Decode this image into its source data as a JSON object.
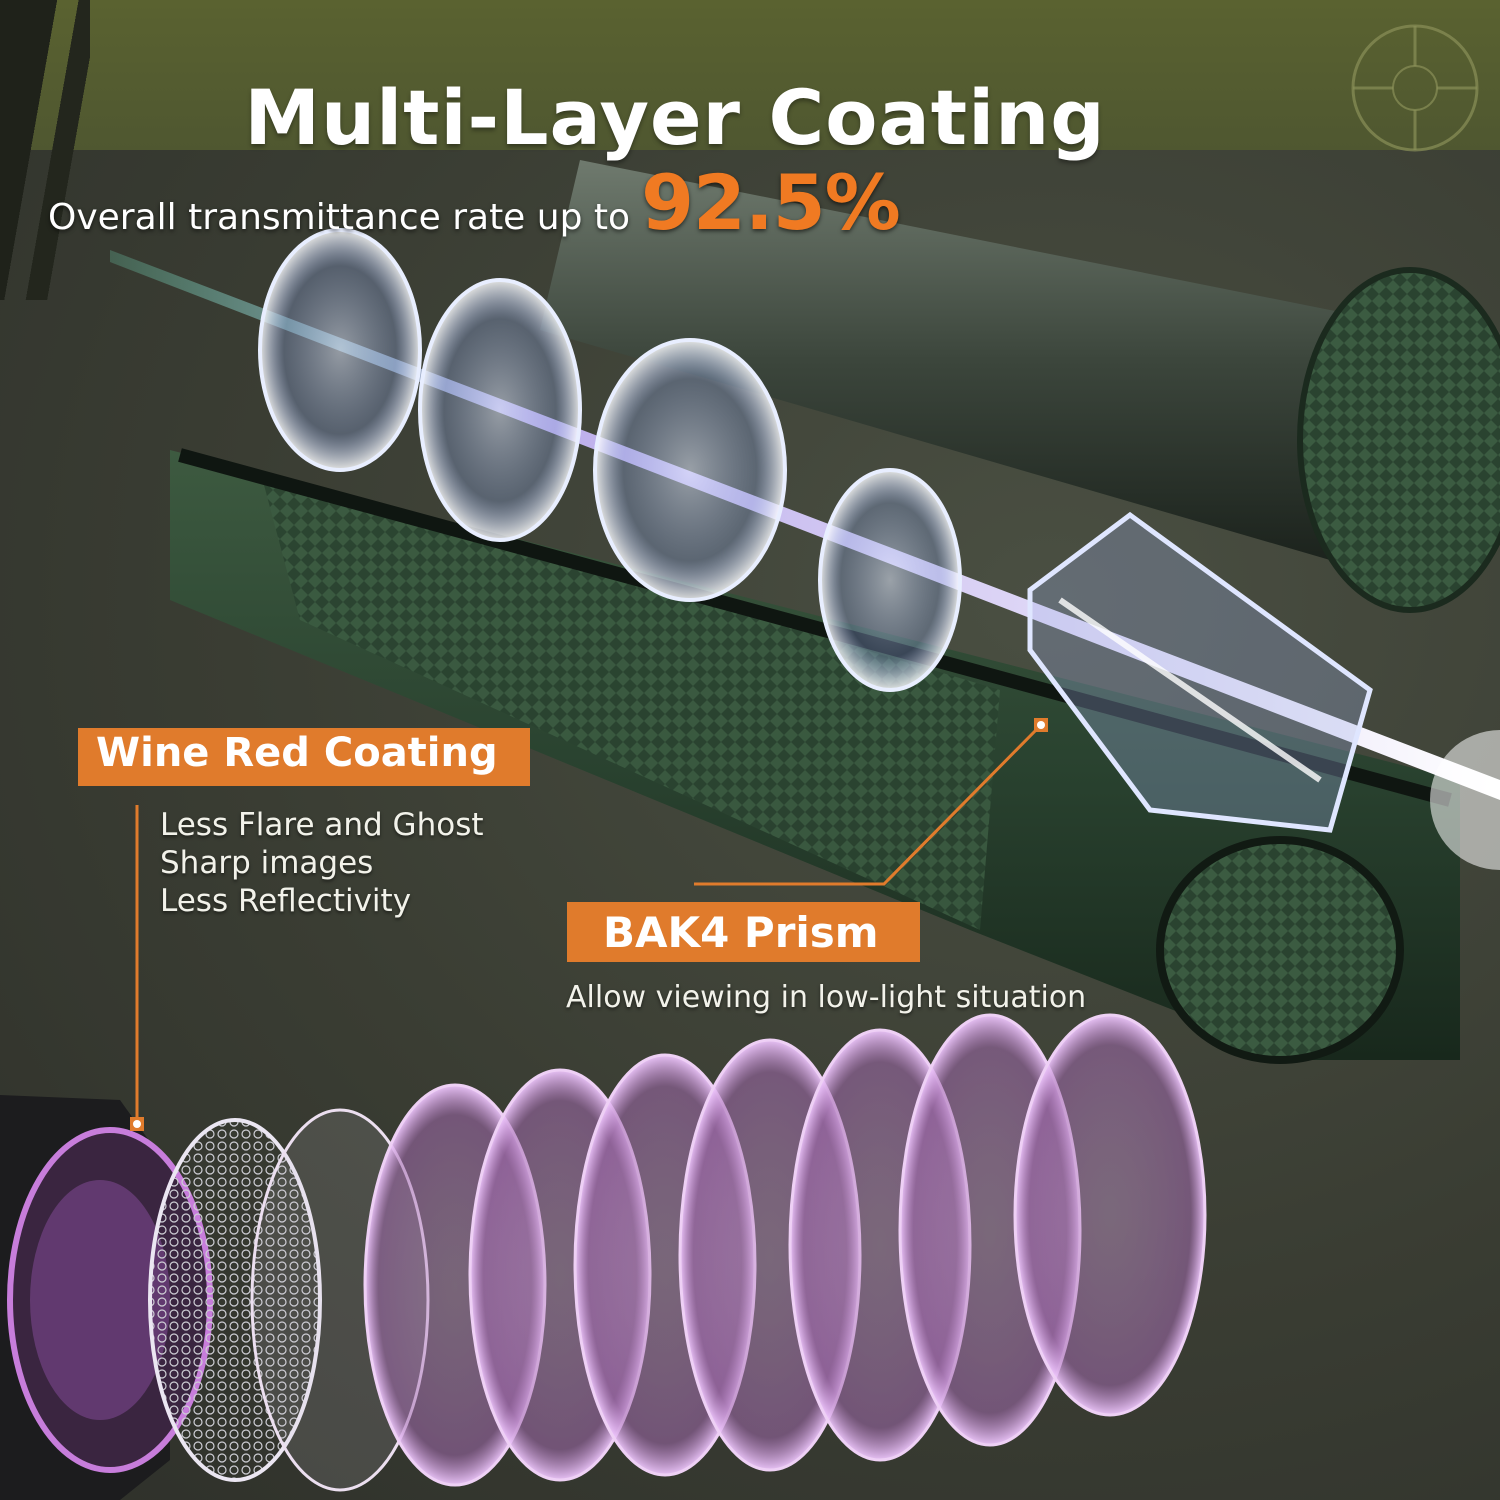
{
  "title": "Multi-Layer Coating",
  "transmittance": {
    "text": "Overall transmittance rate up to",
    "value": "92.5%"
  },
  "wine_red": {
    "label": "Wine Red Coating",
    "features": [
      "Less Flare and Ghost",
      "Sharp images",
      "Less Reflectivity"
    ]
  },
  "bak4": {
    "label": "BAK4 Prism",
    "description": "Allow viewing in low-light situation"
  },
  "colors": {
    "accent_orange": "#e07b2c",
    "value_orange": "#f07a22",
    "header_green": "#58602f",
    "body_green": "#2f4a33",
    "coating_violet": "#b06ab8"
  },
  "icons": [
    "crosshair-icon"
  ]
}
